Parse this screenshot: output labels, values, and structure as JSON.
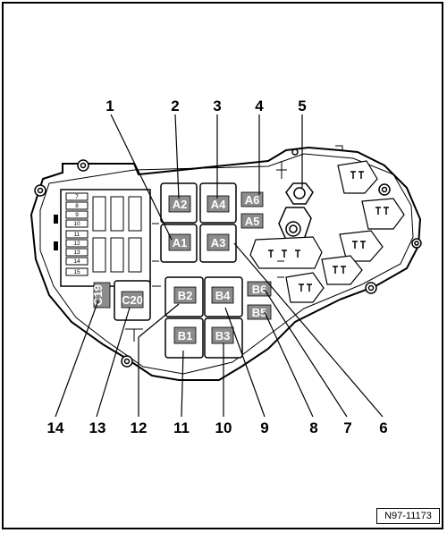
{
  "figure": {
    "reference_code": "N97-11173",
    "callouts": [
      "1",
      "2",
      "3",
      "4",
      "5",
      "6",
      "7",
      "8",
      "9",
      "10",
      "11",
      "12",
      "13",
      "14"
    ],
    "relay_labels": {
      "A1": "A1",
      "A2": "A2",
      "A3": "A3",
      "A4": "A4",
      "A5": "A5",
      "A6": "A6",
      "B1": "B1",
      "B2": "B2",
      "B3": "B3",
      "B4": "B4",
      "B5": "B5",
      "B6": "B6",
      "C19": "C19",
      "C20": "C20"
    },
    "fuse_numbers": [
      "7",
      "8",
      "9",
      "10",
      "11",
      "12",
      "13",
      "14",
      "15"
    ],
    "colors": {
      "line": "#000000",
      "label_fill": "#8c8c8c",
      "background": "#ffffff"
    }
  }
}
